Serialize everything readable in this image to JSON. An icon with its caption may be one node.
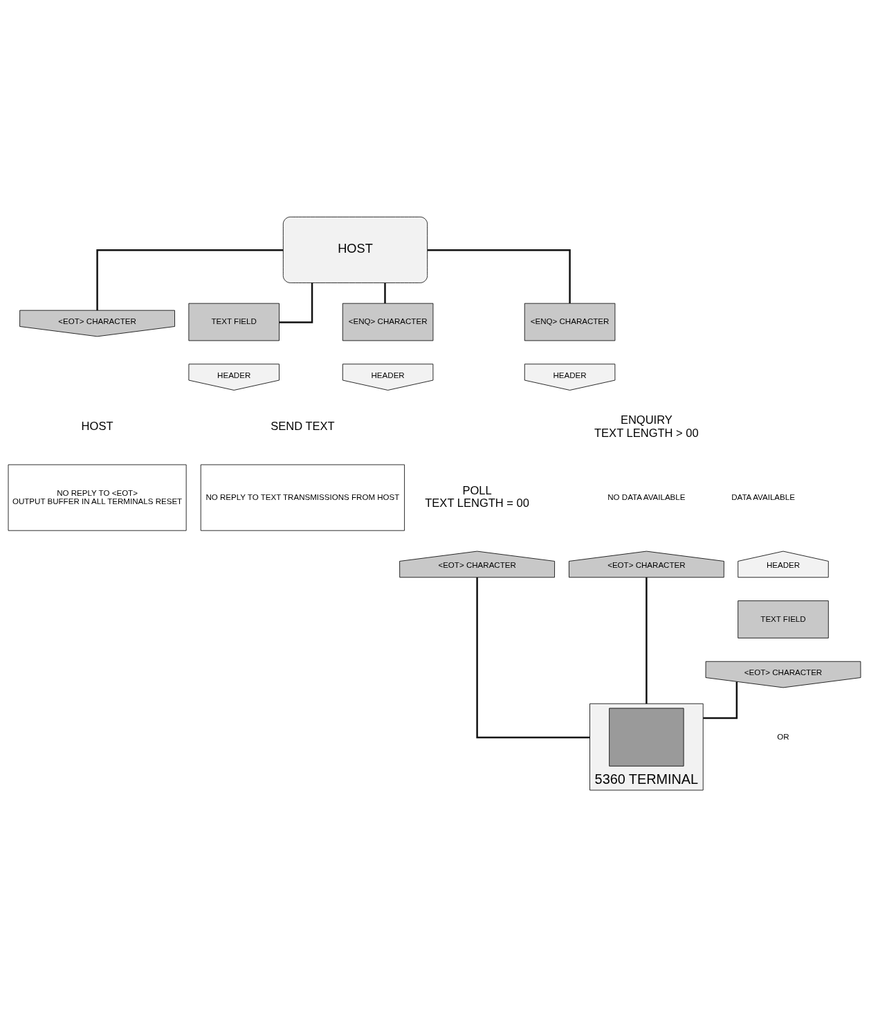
{
  "diagram": {
    "nodes": [
      {
        "text": [
          "HOST"
        ]
      },
      {
        "text": [
          "<EOT> CHARACTER"
        ]
      },
      {
        "text": [
          "TEXT FIELD"
        ]
      },
      {
        "text": [
          "HEADER"
        ],
        "beside": [
          "SEND TEXT"
        ]
      },
      {
        "text": [
          "<ENQ> CHARACTER"
        ]
      },
      {
        "text": [
          "HEADER"
        ],
        "beside": [
          "POLL",
          "TEXT LENGTH = 00"
        ]
      },
      {
        "text": [
          "<ENQ> CHARACTER"
        ]
      },
      {
        "text": [
          "HEADER"
        ],
        "beside": [
          "ENQUIRY",
          "TEXT LENGTH > 00"
        ]
      },
      {
        "text": [
          "NO REPLY TO <EOT>",
          "OUTPUT BUFFER IN ALL TERMINALS RESET"
        ]
      },
      {
        "text": [
          "NO REPLY TO TEXT TRANSMISSIONS FROM HOST"
        ]
      },
      {
        "text": [
          "<EOT> CHARACTER"
        ]
      },
      {
        "text": [
          "<EOT> CHARACTER"
        ]
      },
      {
        "text": [
          "HEADER"
        ]
      },
      {
        "text": [
          "TEXT FIELD"
        ]
      },
      {
        "text": [
          "<EOT> CHARACTER"
        ]
      },
      {
        "text": [
          "5360 TERMINAL"
        ]
      },
      {
        "text": [],
        "shape": "box",
        "in": 15
      }
    ],
    "edges": [
      {
        "from": 0,
        "to": 1,
        "arrow": "none"
      },
      {
        "from": 0,
        "to": 2,
        "arrow": "none"
      },
      {
        "from": 0,
        "to": 4,
        "arrow": "none"
      },
      {
        "from": 0,
        "to": 6,
        "arrow": "none"
      },
      {
        "from": 10,
        "to": 15,
        "arrow": "none"
      },
      {
        "from": 11,
        "to": 15,
        "arrow": "none"
      },
      {
        "from": 14,
        "to": 15,
        "arrow": "none"
      }
    ],
    "labels": [
      "HOST",
      "NO DATA AVAILABLE",
      "DATA AVAILABLE",
      "OR"
    ]
  }
}
